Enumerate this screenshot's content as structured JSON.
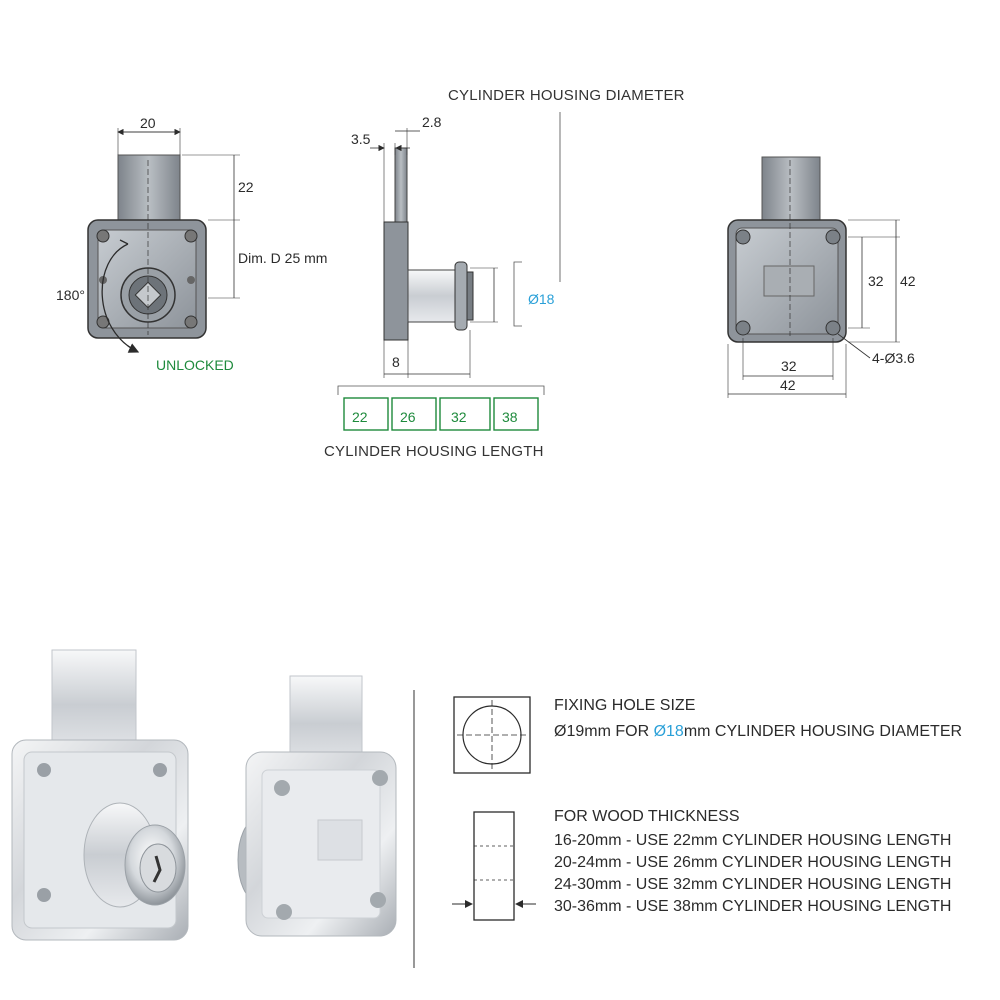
{
  "colors": {
    "green": "#1e8a3c",
    "blue": "#2aa0d8",
    "metal": "#8f959c",
    "line": "#2b2b2b"
  },
  "front_view": {
    "width_dim": "20",
    "height_dim": "22",
    "dim_d": "Dim. D 25 mm",
    "rotation": "180°",
    "state": "UNLOCKED"
  },
  "side_view": {
    "title": "CYLINDER HOUSING DIAMETER",
    "dim_a": "3.5",
    "dim_b": "2.8",
    "dim_c": "8",
    "diameter": "Ø18",
    "lengths": [
      "22",
      "26",
      "32",
      "38"
    ],
    "length_caption": "CYLINDER HOUSING LENGTH"
  },
  "back_view": {
    "hole_spacing_v": "32",
    "height": "42",
    "hole_spacing_h": "32",
    "width": "42",
    "holes": "4-Ø3.6"
  },
  "fixing": {
    "title": "FIXING HOLE SIZE",
    "line_a": "Ø19mm FOR ",
    "line_b": "Ø18",
    "line_c": "mm CYLINDER HOUSING DIAMETER"
  },
  "wood": {
    "title": "FOR WOOD THICKNESS",
    "rows": [
      "16-20mm - USE 22mm CYLINDER HOUSING LENGTH",
      "20-24mm - USE 26mm CYLINDER HOUSING LENGTH",
      "24-30mm - USE 32mm CYLINDER HOUSING LENGTH",
      "30-36mm - USE 38mm CYLINDER HOUSING LENGTH"
    ]
  }
}
